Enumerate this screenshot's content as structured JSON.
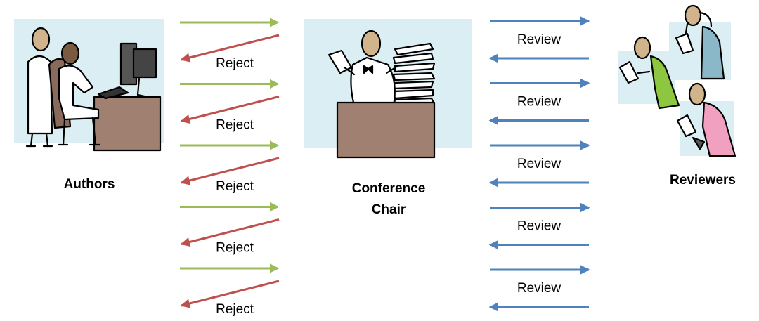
{
  "actors": {
    "authors": "Authors",
    "chair_line1": "Conference",
    "chair_line2": "Chair",
    "reviewers": "Reviewers"
  },
  "left_exchanges": [
    {
      "reply_label": "Reject"
    },
    {
      "reply_label": "Reject"
    },
    {
      "reply_label": "Reject"
    },
    {
      "reply_label": "Reject"
    },
    {
      "reply_label": "Reject"
    }
  ],
  "right_exchanges": [
    {
      "label": "Review"
    },
    {
      "label": "Review"
    },
    {
      "label": "Review"
    },
    {
      "label": "Review"
    },
    {
      "label": "Review"
    }
  ],
  "colors": {
    "submit_arrow": "#9bbb59",
    "reject_arrow": "#c0504d",
    "review_arrow": "#4f81bd",
    "panel_background": "#daeef3",
    "desk": "#a08070",
    "skin": "#d2b48c",
    "reviewer_green": "#8dc63f",
    "reviewer_blue": "#8ab8c8",
    "reviewer_pink": "#f2a0c0"
  }
}
